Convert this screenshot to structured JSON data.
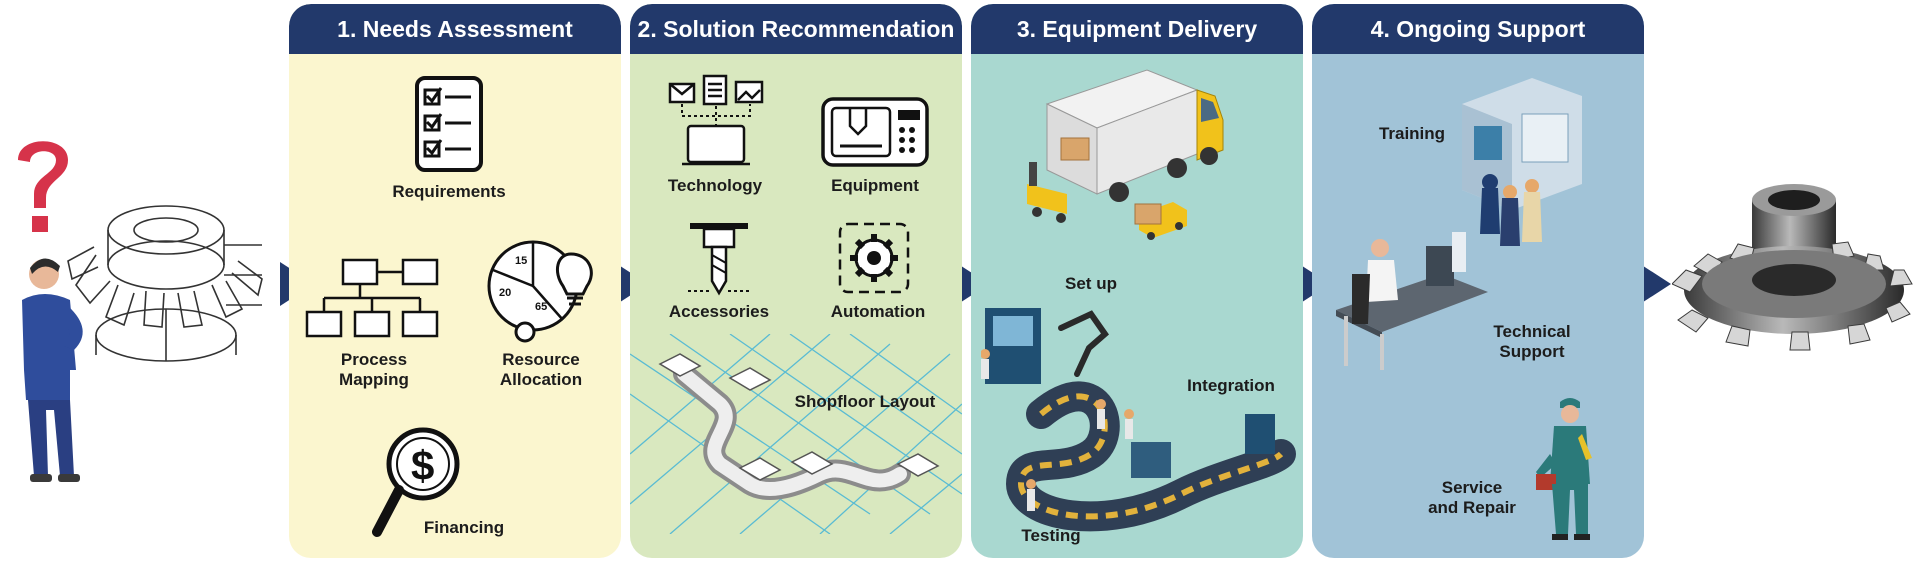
{
  "steps": [
    {
      "title": "1. Needs Assessment",
      "items": {
        "requirements": "Requirements",
        "process_mapping": "Process\nMapping",
        "resource_allocation": "Resource\nAllocation",
        "financing": "Financing"
      },
      "pie_numbers": [
        "15",
        "20",
        "65"
      ]
    },
    {
      "title": "2. Solution Recommendation",
      "items": {
        "technology": "Technology",
        "equipment": "Equipment",
        "accessories": "Accessories",
        "automation": "Automation",
        "shopfloor_layout": "Shopfloor Layout"
      }
    },
    {
      "title": "3. Equipment Delivery",
      "items": {
        "set_up": "Set up",
        "integration": "Integration",
        "testing": "Testing"
      }
    },
    {
      "title": "4. Ongoing Support",
      "items": {
        "training": "Training",
        "technical_support": "Technical\nSupport",
        "service_and_repair": "Service\nand Repair"
      }
    }
  ],
  "colors": {
    "header": "#22396b",
    "step1": "#fbf6cf",
    "step2": "#d9e8bf",
    "step3": "#a9d8d0",
    "step4": "#a1c3d7",
    "question_mark": "#d6334a"
  }
}
